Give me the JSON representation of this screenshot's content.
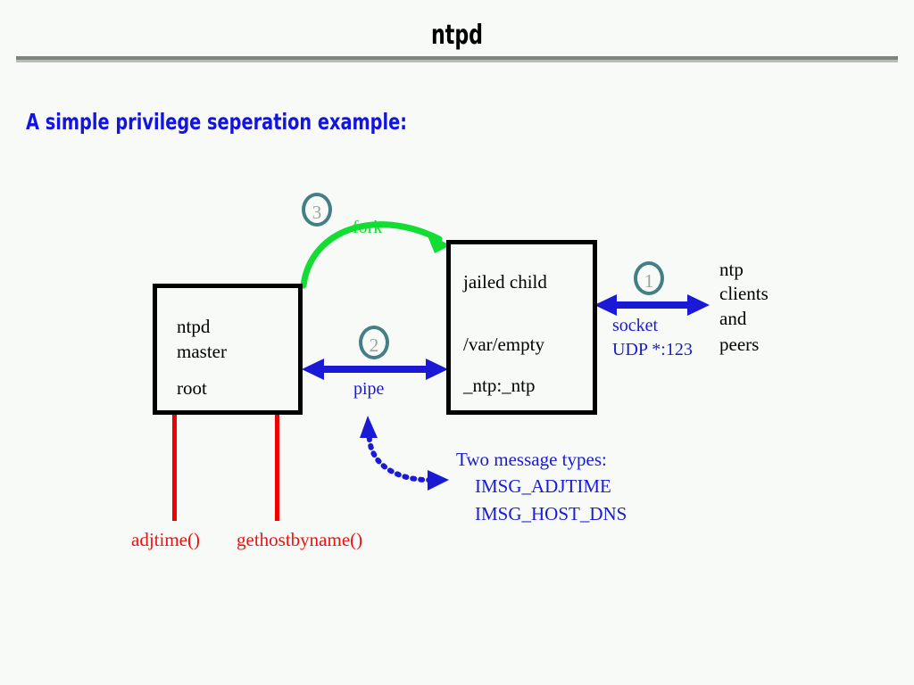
{
  "slide": {
    "title": "ntpd",
    "subtitle": "A simple privilege seperation example:"
  },
  "diagram": {
    "type": "privilege-separation-flow",
    "boxes": [
      {
        "id": "master",
        "lines": [
          "ntpd",
          "master",
          "root"
        ]
      },
      {
        "id": "jailed-child",
        "lines": [
          "jailed child",
          "/var/empty",
          "_ntp:_ntp"
        ]
      }
    ],
    "steps": [
      {
        "number": "1",
        "label": "socket"
      },
      {
        "number": "2",
        "label": "pipe"
      },
      {
        "number": "3",
        "label": "fork"
      }
    ],
    "edges": {
      "fork_label": "fork",
      "pipe_label": "pipe",
      "socket_label_line1": "socket",
      "socket_label_line2": "UDP *:123"
    },
    "external_peers": [
      "ntp",
      "clients",
      "and",
      "peers"
    ],
    "messages": {
      "heading": "Two message types:",
      "items": [
        "IMSG_ADJTIME",
        "IMSG_HOST_DNS"
      ]
    },
    "syscalls": [
      {
        "label": "adjtime()"
      },
      {
        "label": "gethostbyname()"
      }
    ],
    "colors": {
      "background": "#f7faf7",
      "box_border": "#000000",
      "fork_arrow": "#11dd33",
      "pipe_arrow": "#1a1ad6",
      "socket_arrow": "#1a1ad6",
      "message_arrow": "#1a1ad6",
      "syscall": "#ee0000",
      "step_circle": "#437f84",
      "title_rule": "#7c847c",
      "subtitle_text": "#1414e0"
    }
  }
}
